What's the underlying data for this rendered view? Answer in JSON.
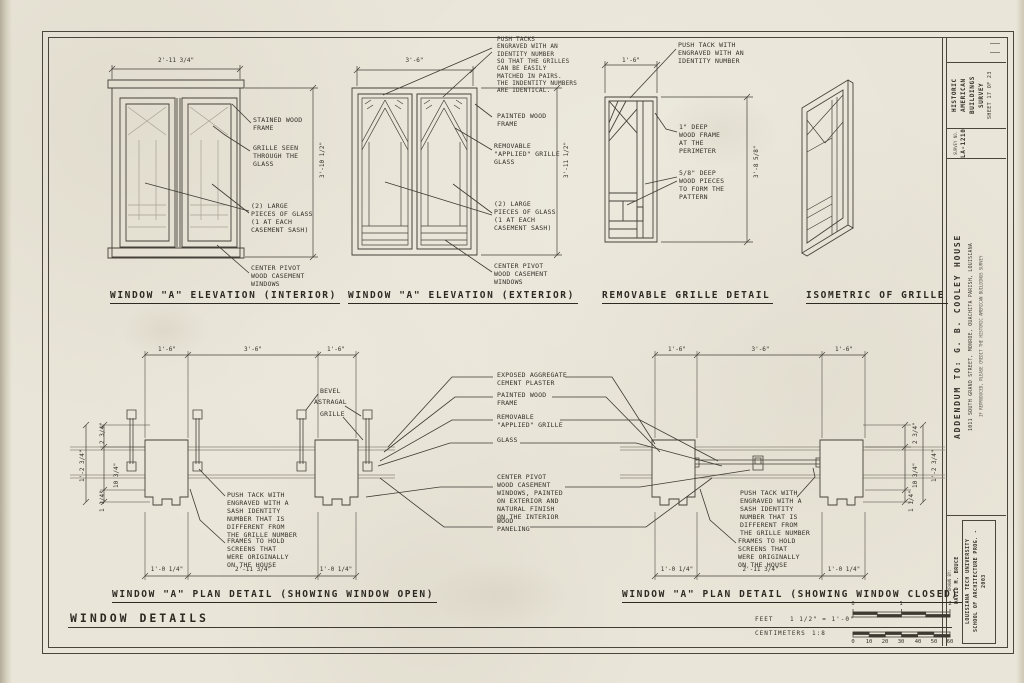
{
  "sheet": {
    "main_title": "WINDOW DETAILS",
    "scale_feet_label": "FEET",
    "scale_feet_value": "1 1/2\" = 1'-0\"",
    "scale_cm_label": "CENTIMETERS",
    "scale_cm_value": "1:8",
    "feet_ticks": [
      "0",
      "1",
      "2"
    ],
    "cm_ticks": [
      "0",
      "10",
      "20",
      "30",
      "40",
      "50",
      "60"
    ]
  },
  "title_block": {
    "survey_line1": "HISTORIC AMERICAN",
    "survey_line2": "BUILDINGS SURVEY",
    "sheet_no": "SHEET 17 OF 23",
    "survey_no_label": "SURVEY NO.",
    "survey_no": "LA-1210",
    "project_title": "ADDENDUM TO: G. B. COOLEY HOUSE",
    "project_address": "1011 SOUTH GRAND STREET, MONROE, OUACHITA PARISH, LOUISIANA",
    "credit_line": "IF REPRODUCED, PLEASE CREDIT THE HISTORIC AMERICAN BUILDINGS SURVEY",
    "drawn_by_label": "DRAWN BY:",
    "drawn_by": "DAVID M. BRUCE",
    "institution_line1": "LOUISIANA TECH UNIVERSITY",
    "institution_line2": "SCHOOL OF ARCHITECTURE PROG. - 2003"
  },
  "elev_int": {
    "title": "WINDOW \"A\" ELEVATION (INTERIOR)",
    "dim_top": "2'-11 3/4\"",
    "dim_right": "3'-10 1/2\"",
    "lbl_frame": "STAINED WOOD\nFRAME",
    "lbl_grille": "GRILLE SEEN\nTHROUGH THE\nGLASS",
    "lbl_glass": "(2) LARGE\nPIECES OF GLASS\n(1 AT EACH\nCASEMENT SASH)",
    "lbl_pivot": "CENTER PIVOT\nWOOD CASEMENT\nWINDOWS"
  },
  "elev_ext": {
    "title": "WINDOW \"A\" ELEVATION (EXTERIOR)",
    "dim_top": "3'-6\"",
    "dim_right": "3'-11 1/2\"",
    "lbl_tacks": "PUSH TACKS\nENGRAVED WITH AN\nIDENTITY NUMBER\nSO THAT THE GRILLES\nCAN BE EASILY\nMATCHED IN PAIRS.\nTHE INDENTITY NUMBERS\nARE IDENTICAL.",
    "lbl_frame": "PAINTED WOOD\nFRAME",
    "lbl_grille": "REMOVABLE\n\"APPLIED\" GRILLE\nGLASS",
    "lbl_glass": "(2) LARGE\nPIECES OF GLASS\n(1 AT EACH\nCASEMENT SASH)",
    "lbl_pivot": "CENTER PIVOT\nWOOD CASEMENT\nWINDOWS"
  },
  "grille_detail": {
    "title": "REMOVABLE GRILLE DETAIL",
    "dim_top": "1'-6\"",
    "dim_right": "3'-8 5/8\"",
    "lbl_tack": "PUSH TACK WITH\nENGRAVED WITH AN\nIDENTITY NUMBER",
    "lbl_frame": "1\" DEEP\nWOOD FRAME\nAT THE\nPERIMETER",
    "lbl_pieces": "5/8\" DEEP\nWOOD PIECES\nTO FORM THE\nPATTERN"
  },
  "isometric": {
    "title": "ISOMETRIC OF GRILLE"
  },
  "plan_open": {
    "title": "WINDOW \"A\" PLAN DETAIL (SHOWING WINDOW OPEN)",
    "dims_top": [
      "1'-6\"",
      "3'-6\"",
      "1'-6\""
    ],
    "dims_bottom": [
      "1'-0 1/4\"",
      "2'-11 3/4\"",
      "1'-0 1/4\""
    ],
    "dim_seg_a": "2 3/4\"",
    "dim_seg_b": "10 3/4\"",
    "dim_seg_c": "1 1/4\"",
    "dim_overall": "1'-2 3/4\"",
    "lbl_bevel": "BEVEL",
    "lbl_astragal": "ASTRAGAL",
    "lbl_grille": "GRILLE",
    "lbl_tack": "PUSH TACK WITH\nENGRAVED WITH A\nSASH IDENTITY\nNUMBER THAT IS\nDIFFERENT FROM\nTHE GRILLE NUMBER",
    "lbl_frames": "FRAMES TO HOLD\nSCREENS THAT\nWERE ORIGINALLY\nON THE HOUSE"
  },
  "plan_closed": {
    "title": "WINDOW \"A\" PLAN DETAIL (SHOWING WINDOW CLOSED)",
    "dims_top": [
      "1'-6\"",
      "3'-6\"",
      "1'-6\""
    ],
    "dims_bottom": [
      "1'-0 1/4\"",
      "2'-11 3/4\"",
      "1'-0 1/4\""
    ],
    "dim_seg_a": "2 3/4\"",
    "dim_seg_b": "10 3/4\"",
    "dim_seg_c": "1 1/4\"",
    "dim_overall": "1'-2 3/4\"",
    "lbl_tack": "PUSH TACK WITH\nENGRAVED WITH A\nSASH IDENTITY\nNUMBER THAT IS\nDIFFERENT FROM\nTHE GRILLE NUMBER",
    "lbl_frames": "FRAMES TO HOLD\nSCREENS THAT\nWERE ORIGINALLY\nON THE HOUSE"
  },
  "center_labels": {
    "l1": "EXPOSED AGGREGATE\nCEMENT PLASTER",
    "l2": "PAINTED WOOD\nFRAME",
    "l3": "REMOVABLE\n\"APPLIED\" GRILLE",
    "l4": "GLASS",
    "l5": "CENTER PIVOT\nWOOD CASEMENT\nWINDOWS, PAINTED\nON EXTERIOR AND\nNATURAL FINISH\nON THE INTERIOR",
    "l6": "WOOD\nPANELING"
  }
}
